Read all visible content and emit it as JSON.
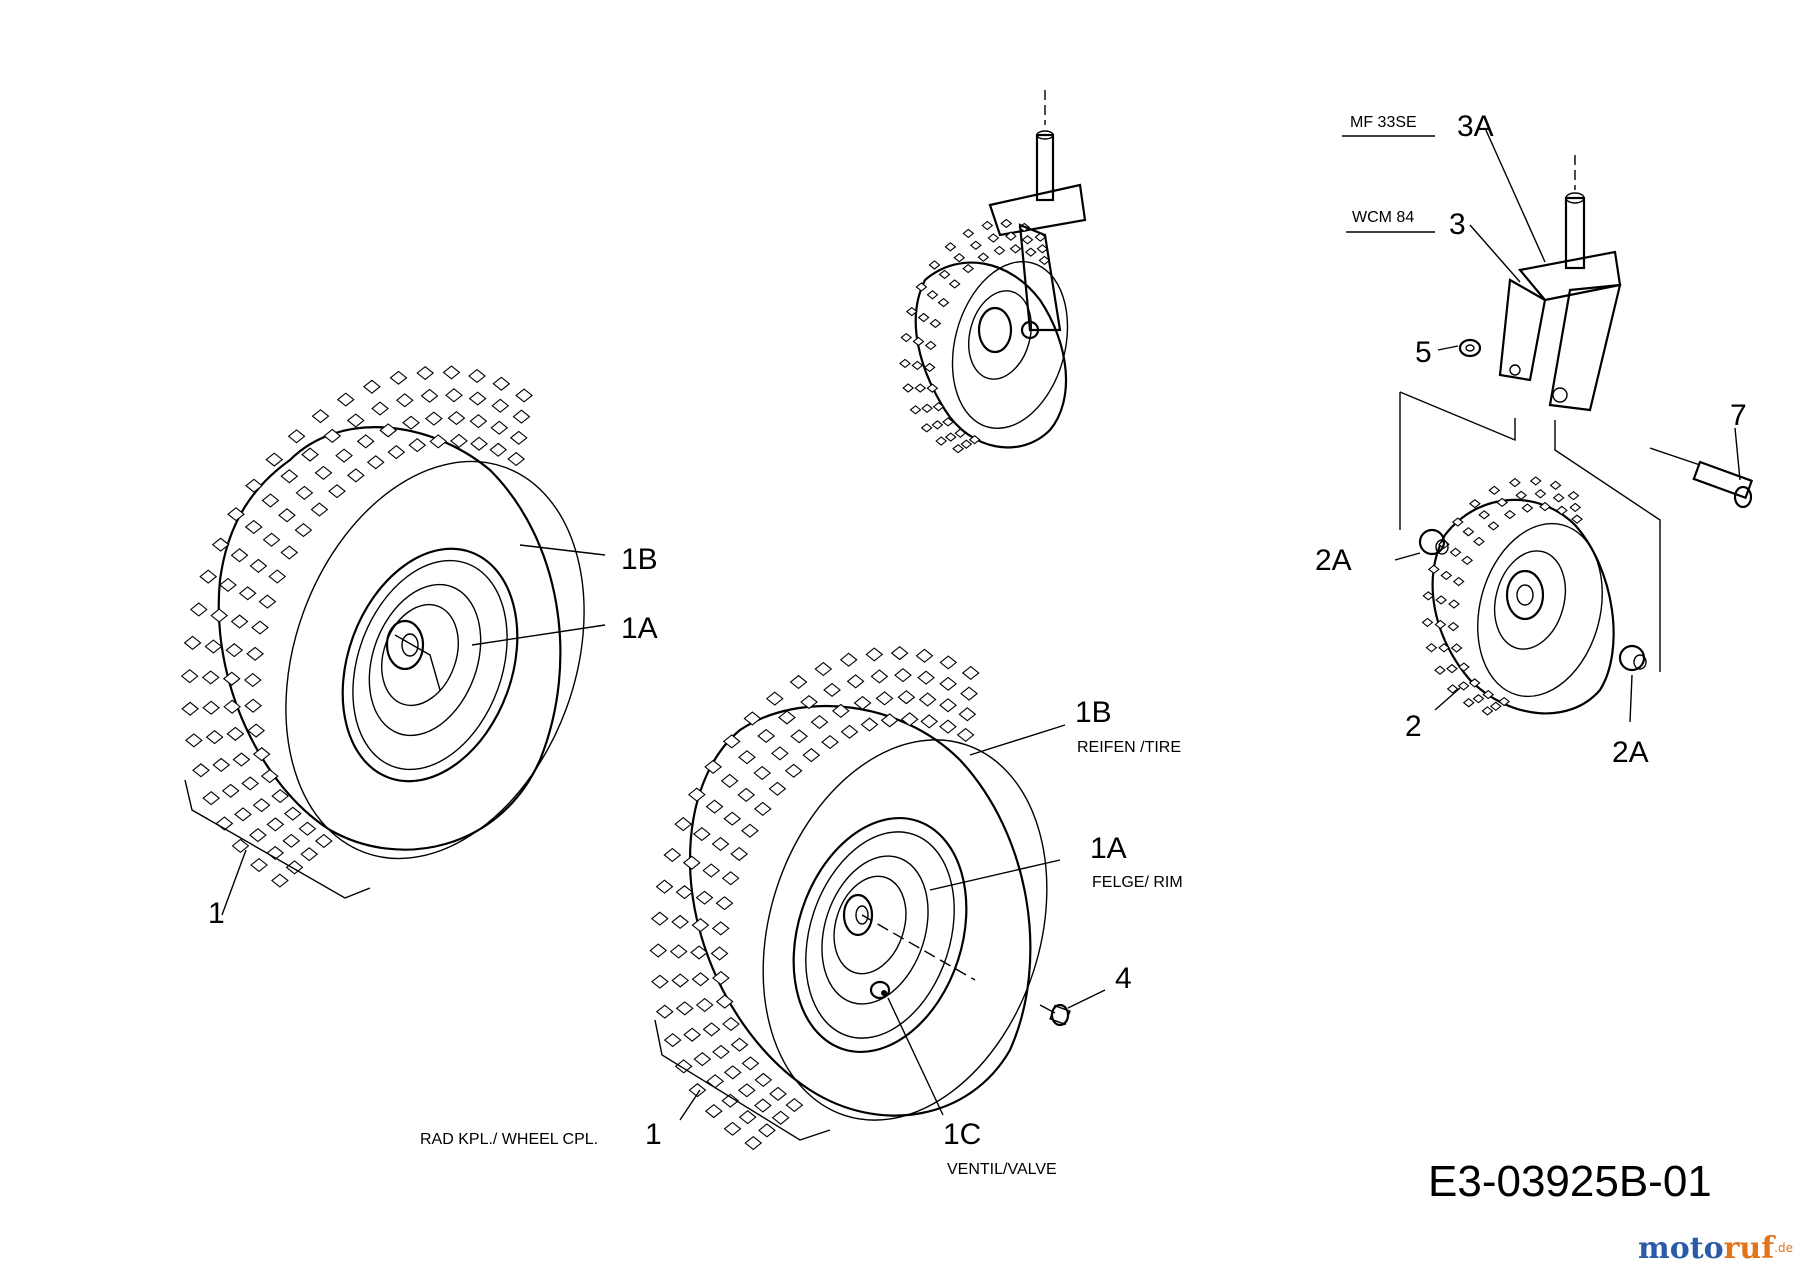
{
  "callouts": {
    "c_1b_top": "1B",
    "c_1a_top": "1A",
    "c_1_left": "1",
    "c_1b_mid": "1B",
    "c_1a_mid": "1A",
    "c_4": "4",
    "c_1_mid": "1",
    "c_1c": "1C",
    "c_3a": "3A",
    "c_3": "3",
    "c_5": "5",
    "c_7": "7",
    "c_2a_left": "2A",
    "c_2": "2",
    "c_2a_right": "2A"
  },
  "labels": {
    "reifen_tire": "REIFEN /TIRE",
    "felge_rim": "FELGE/ RIM",
    "ventil_valve": "VENTIL/VALVE",
    "rad_kpl": "RAD KPL./ WHEEL CPL.",
    "mf33se": "MF 33SE",
    "wcm84": "WCM 84"
  },
  "diagram_code": "E3-03925B-01",
  "watermark": {
    "part1": "moto",
    "part2": "ruf",
    "suffix": ".de"
  }
}
